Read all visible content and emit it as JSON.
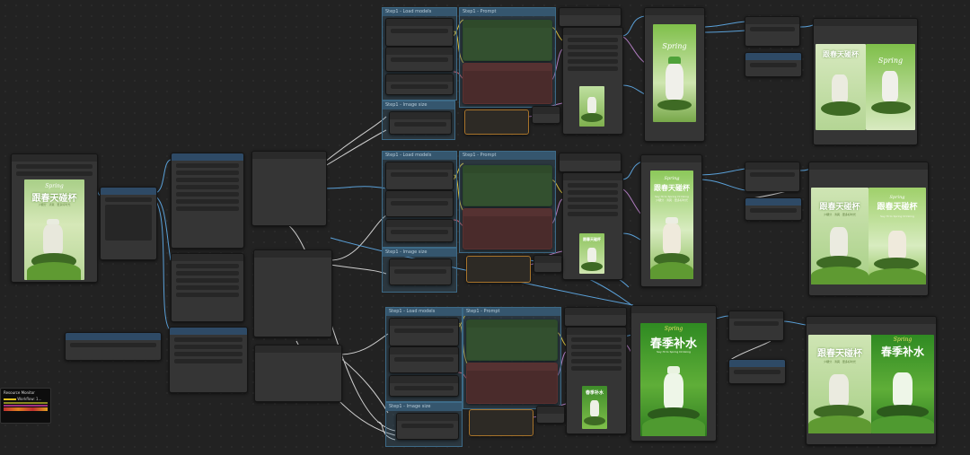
{
  "groups": {
    "load_models": "Step1 - Load models",
    "prompt": "Step1 - Prompt",
    "image_size": "Step1 - Image size"
  },
  "resource_monitor": {
    "title": "Resource Monitor",
    "row_label": "Workflow: 1..."
  },
  "posters": {
    "cn_title_1": "跟春天碰杯",
    "cn_title_2": "春季补水",
    "script_word": "Spring",
    "en_subtitle": "Say Hi to Spring Drinking",
    "cn_subtitle": "少糖分 · 清爽 · 更多好时光"
  },
  "colors": {
    "canvas_bg": "#222222",
    "node_bg": "#353535",
    "group_bg": "#35566e",
    "wire_blue": "#5aa0d8",
    "wire_yellow": "#d8c040",
    "wire_white": "#cfcfcf",
    "wire_purple": "#b07cc0",
    "poster_green": "#6eb83a"
  }
}
